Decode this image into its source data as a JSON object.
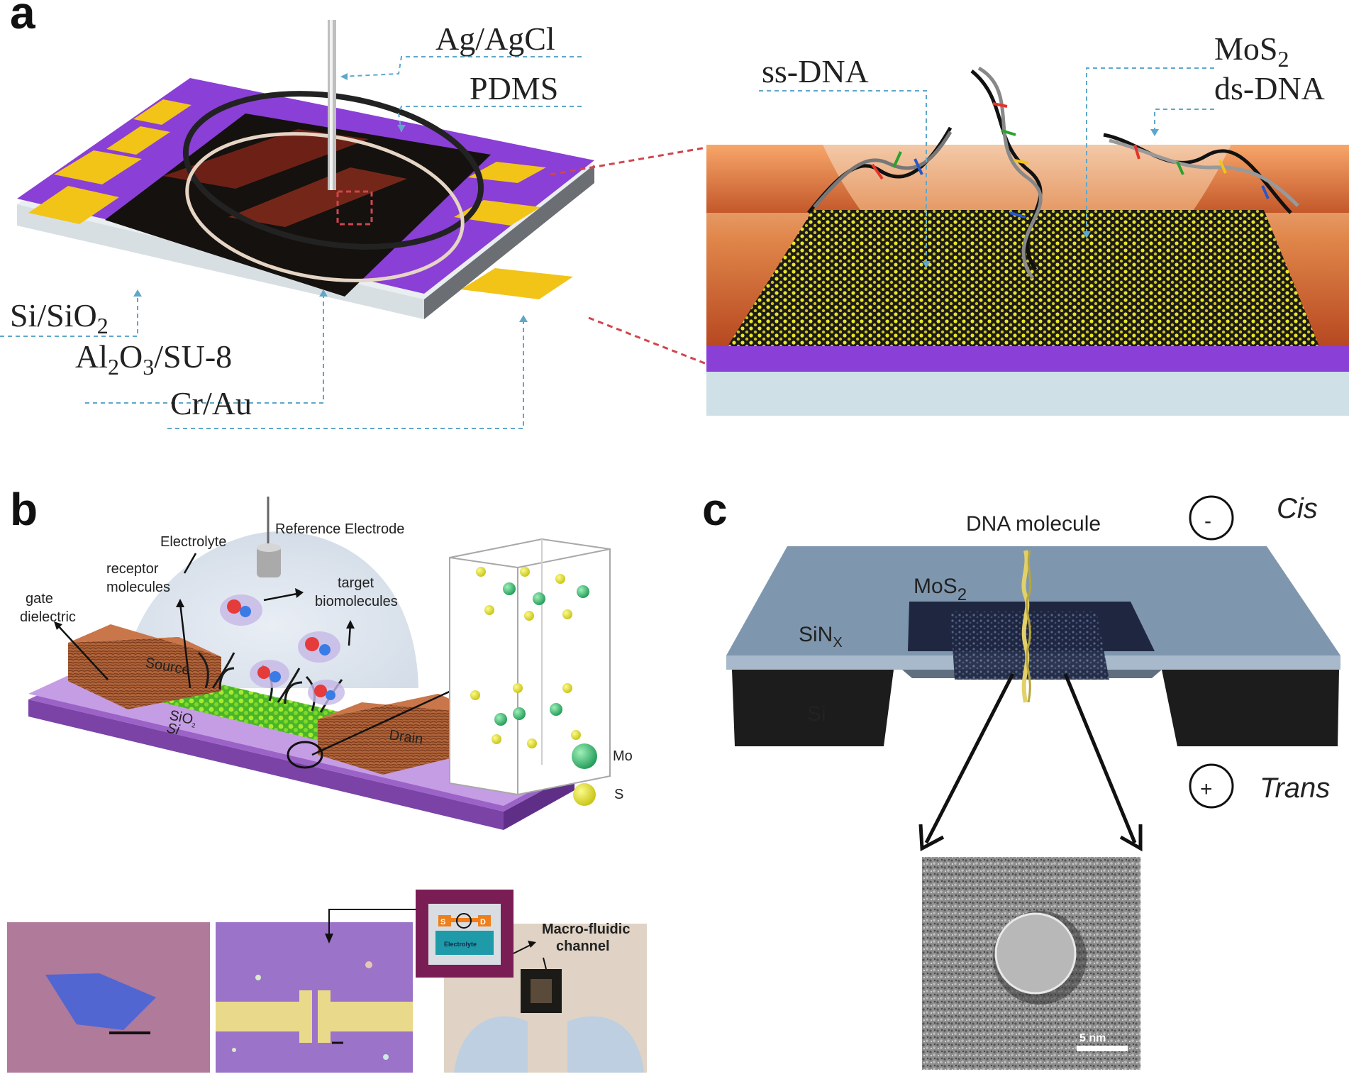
{
  "panel_a": {
    "letter": "a",
    "labels": {
      "ag_agcl": "Ag/AgCl",
      "pdms": "PDMS",
      "si_sio2_base": "Si/SiO",
      "si_sio2_sub": "2",
      "al2o3_a": "Al",
      "al2o3_sub1": "2",
      "al2o3_b": "O",
      "al2o3_sub2": "3",
      "al2o3_c": "/SU-8",
      "cr_au": "Cr/Au",
      "ss_dna": "ss-DNA",
      "mos2_base": "MoS",
      "mos2_sub": "2",
      "ds_dna": "ds-DNA"
    }
  },
  "panel_b": {
    "letter": "b",
    "labels": {
      "reference_electrode": "Reference Electrode",
      "electrolyte": "Electrolyte",
      "receptor_1": "receptor",
      "receptor_2": "molecules",
      "target_1": "target",
      "target_2": "biomolecules",
      "gate_1": "gate",
      "gate_2": "dielectric",
      "source": "Source",
      "drain": "Drain",
      "sio2": "SiO",
      "sio2_sub": "2",
      "si": "Si",
      "mo": "Mo",
      "s": "S",
      "inset_s": "S",
      "inset_d": "D",
      "inset_electrolyte": "Electrolyte",
      "macro_1": "Macro-fluidic",
      "macro_2": "channel"
    }
  },
  "panel_c": {
    "letter": "c",
    "labels": {
      "dna_molecule": "DNA molecule",
      "minus": "-",
      "cis": "Cis",
      "mos2_base": "MoS",
      "mos2_sub": "2",
      "sinx_base": "SiN",
      "sinx_sub": "X",
      "si": "Si",
      "plus": "+",
      "trans": "Trans",
      "scale": "5 nm"
    }
  },
  "colors": {
    "purple_substrate": "#8a3fd6",
    "gold_contact": "#f2c418",
    "mos2_yellow": "#e3e61a",
    "sinx_blue": "#7f97ae",
    "dashed_blue": "#5fa7c9",
    "dashed_red": "#d0454d"
  }
}
